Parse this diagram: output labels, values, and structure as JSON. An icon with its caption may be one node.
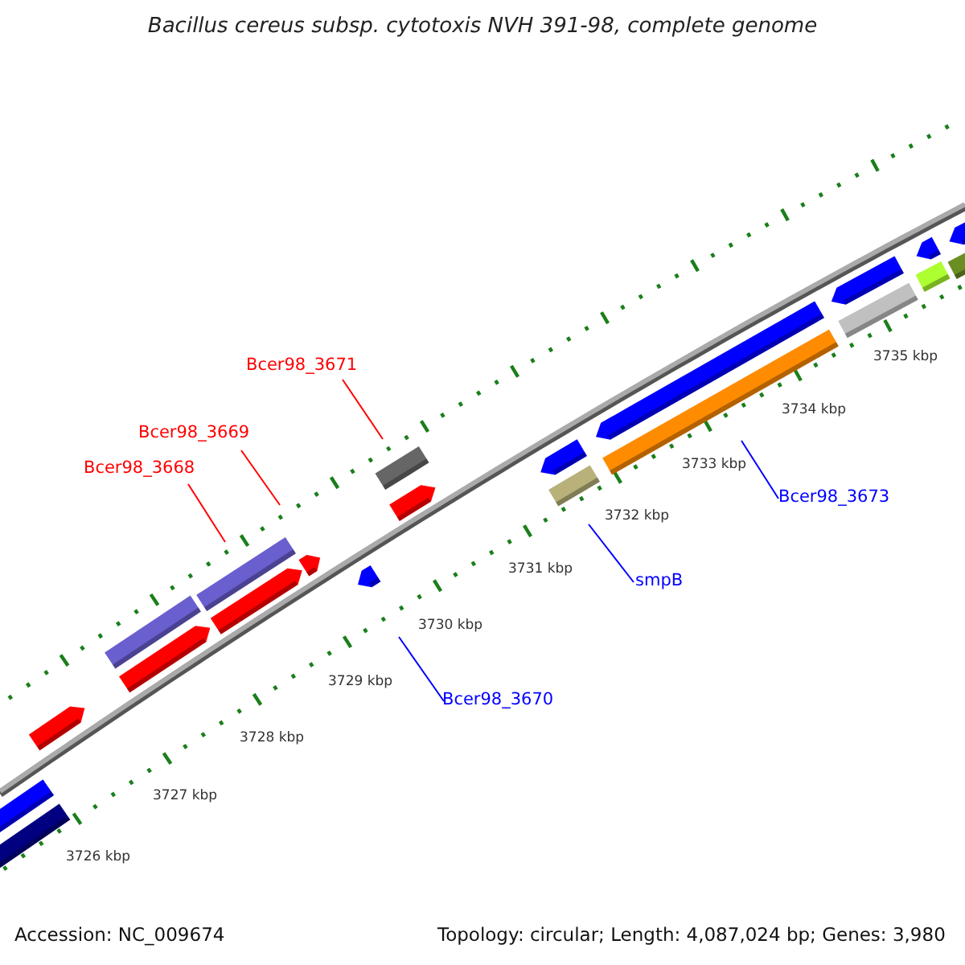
{
  "diagram": {
    "title": "Bacillus cereus subsp. cytotoxis NVH 391-98, complete genome",
    "nodes": [
      {
        "text": [
          "Bcer98_3671"
        ]
      },
      {
        "text": [
          "Bcer98_3669"
        ]
      },
      {
        "text": [
          "Bcer98_3668"
        ]
      },
      {
        "text": [
          "Bcer98_3670"
        ]
      },
      {
        "text": [
          "smpB"
        ]
      },
      {
        "text": [
          "Bcer98_3673"
        ]
      }
    ],
    "edges": [
      {
        "from": 0,
        "to": null,
        "arrow": "none",
        "color": "#ff0000"
      },
      {
        "from": 1,
        "to": null,
        "arrow": "none",
        "color": "#ff0000"
      },
      {
        "from": 2,
        "to": null,
        "arrow": "none",
        "color": "#ff0000"
      },
      {
        "from": 3,
        "to": null,
        "arrow": "none",
        "color": "#0000ff"
      },
      {
        "from": 4,
        "to": null,
        "arrow": "none",
        "color": "#0000ff"
      },
      {
        "from": 5,
        "to": null,
        "arrow": "none",
        "color": "#0000ff"
      }
    ],
    "labels": [
      "3735 kbp",
      "3734 kbp",
      "3733 kbp",
      "3732 kbp",
      "3731 kbp",
      "3730 kbp",
      "3729 kbp",
      "3728 kbp",
      "3727 kbp",
      "3726 kbp",
      "Accession: NC_009674",
      "Topology: circular; Length: 4,087,024 bp; Genes: 3,980"
    ]
  }
}
